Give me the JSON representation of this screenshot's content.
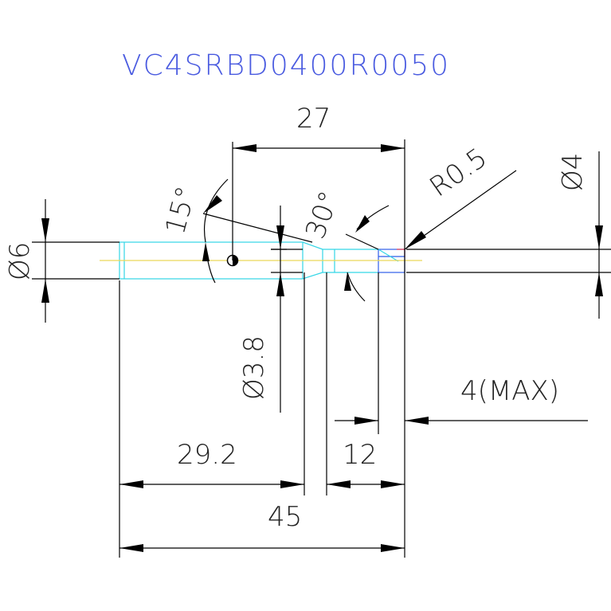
{
  "title": "VC4SRBD0400R0050",
  "dimensions": {
    "d27": "27",
    "r05": "R0.5",
    "phi4": "Ø4",
    "a15": "15°",
    "a30": "30°",
    "phi6": "Ø6",
    "phi38": "Ø3.8",
    "max4": "4(MAX)",
    "d292": "29.2",
    "d12": "12",
    "d45": "45"
  },
  "colors": {
    "outline": "#33d6e6",
    "cutter": "#2f5de8",
    "centerline": "#e9d75a",
    "radius": "#e0405a",
    "title": "#4a5be0"
  }
}
